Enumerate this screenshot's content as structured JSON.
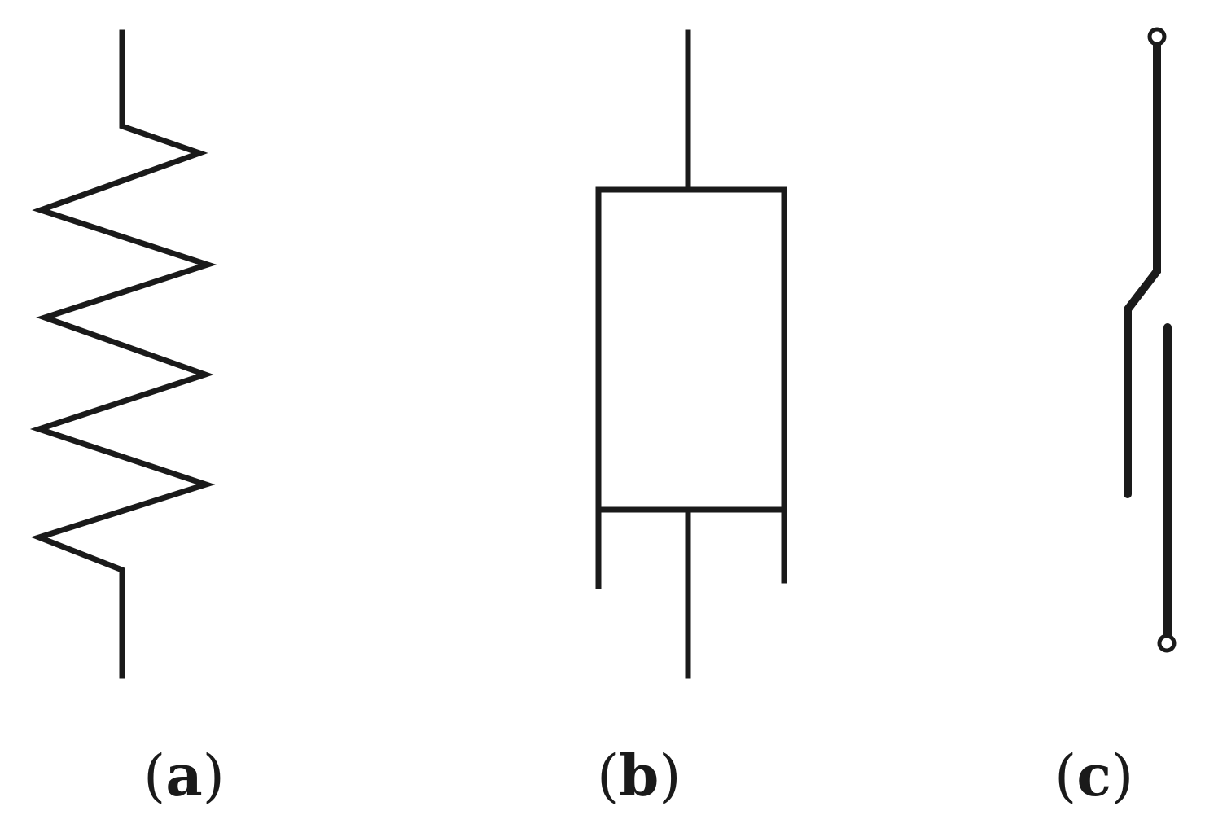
{
  "figure": {
    "panels": [
      {
        "id": "a",
        "caption_open": "(",
        "caption_letter": "a",
        "caption_close": ")",
        "symbol": "spring-zigzag"
      },
      {
        "id": "b",
        "caption_open": "(",
        "caption_letter": "b",
        "caption_close": ")",
        "symbol": "dashpot"
      },
      {
        "id": "c",
        "caption_open": "(",
        "caption_letter": "c",
        "caption_close": ")",
        "symbol": "friction-slider"
      }
    ],
    "colors": {
      "stroke": "#1a1a1a",
      "background": "#ffffff"
    }
  }
}
